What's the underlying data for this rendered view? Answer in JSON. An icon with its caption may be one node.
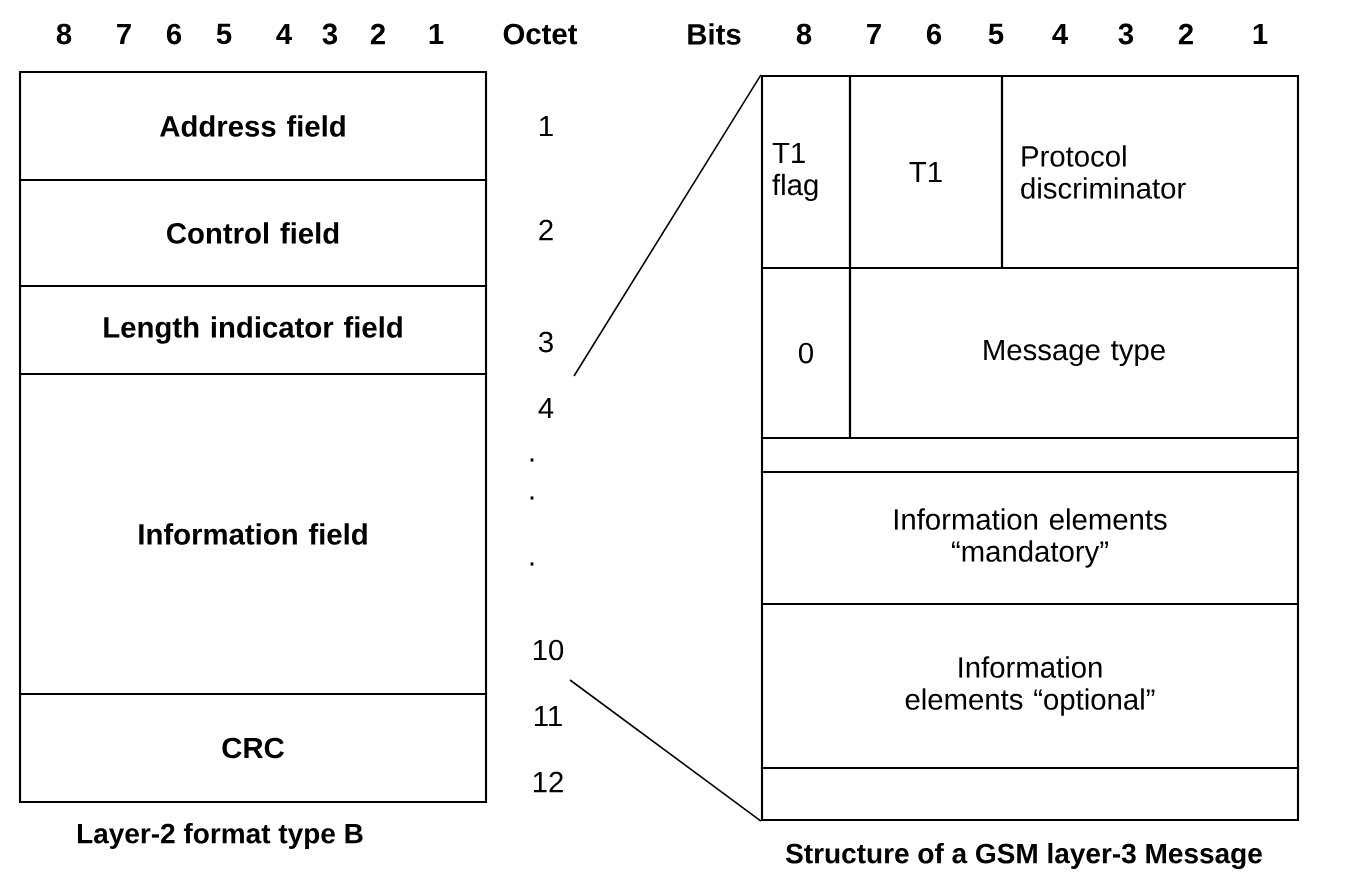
{
  "diagram": {
    "nodes": [
      {
        "text": [
          "Address field"
        ]
      },
      {
        "text": [
          "Control field"
        ]
      },
      {
        "text": [
          "Length indicator field"
        ]
      },
      {
        "text": [
          "Information field"
        ]
      },
      {
        "text": [
          "CRC"
        ]
      },
      {
        "text": [
          "T1 flag"
        ]
      },
      {
        "text": [
          "T1"
        ]
      },
      {
        "text": [
          "Protocol discriminator"
        ]
      },
      {
        "text": [
          "0"
        ]
      },
      {
        "text": [
          "Message type"
        ]
      },
      {
        "text": [],
        "shape": "box"
      },
      {
        "text": [
          "Information elements “mandatory”"
        ]
      },
      {
        "text": [
          "Information elements “optional”"
        ]
      },
      {
        "text": [],
        "shape": "box"
      }
    ],
    "edges": [
      {
        "from": null,
        "to": 5,
        "arrow": "none"
      },
      {
        "from": null,
        "to": 13,
        "arrow": "none"
      }
    ],
    "labels": [
      "8",
      "7",
      "6",
      "5",
      "4",
      "3",
      "2",
      "1",
      "Octet",
      "Bits",
      "8",
      "7",
      "6",
      "5",
      "4",
      "3",
      "2",
      "1",
      "1",
      "2",
      "3",
      "4",
      ".",
      ".",
      ".",
      "10",
      "11",
      "12",
      "Layer-2 format type B",
      "Structure of a GSM layer-3 Message"
    ]
  }
}
